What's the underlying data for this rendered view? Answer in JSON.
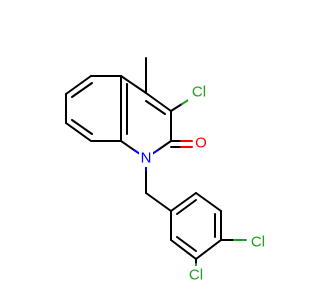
{
  "molecule": {
    "atoms": {
      "cl3": {
        "text": "Cl",
        "color": "#1fa01f"
      },
      "o2": {
        "text": "O",
        "color": "#ff0000"
      },
      "n1": {
        "text": "N",
        "color": "#0000ff"
      },
      "cl_meta": {
        "text": "Cl",
        "color": "#1fa01f"
      },
      "cl_para": {
        "text": "Cl",
        "color": "#1fa01f"
      }
    },
    "colors": {
      "bond": "#000000",
      "chlorine": "#1fa01f",
      "nitrogen": "#0000ff",
      "oxygen": "#ff0000",
      "background": "#ffffff"
    }
  }
}
